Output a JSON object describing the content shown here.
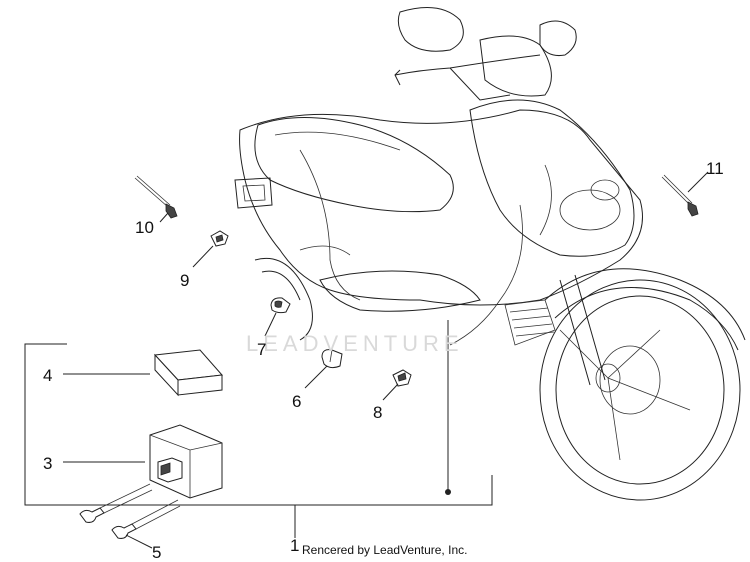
{
  "diagram": {
    "watermark": "LEADVENTURE",
    "credit": "Rencered by LeadVenture, Inc.",
    "callouts": {
      "c1": "1",
      "c3": "3",
      "c4": "4",
      "c5": "5",
      "c6": "6",
      "c7": "7",
      "c8": "8",
      "c9": "9",
      "c10": "10",
      "c11": "11"
    }
  },
  "colors": {
    "line": "#222222",
    "watermark": "#d9d9d9",
    "background": "#ffffff"
  }
}
